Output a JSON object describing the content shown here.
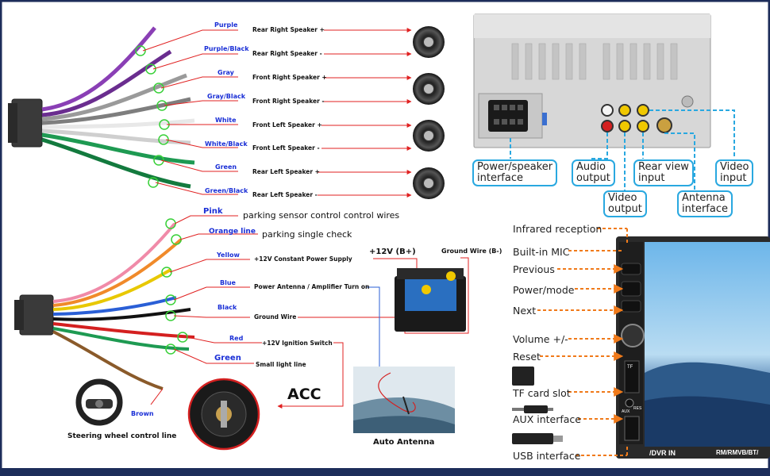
{
  "harness1": {
    "wires": [
      {
        "color_name": "Purple",
        "dest": "Rear Right Speaker +",
        "hex": "#8a3fb5"
      },
      {
        "color_name": "Purple/Black",
        "dest": "Rear Right Speaker -",
        "hex": "#6a2d8f"
      },
      {
        "color_name": "Gray",
        "dest": "Front Right Speaker +",
        "hex": "#9a9a9a"
      },
      {
        "color_name": "Gray/Black",
        "dest": "Front Right Speaker -",
        "hex": "#7e7e7e"
      },
      {
        "color_name": "White",
        "dest": "Front Left Speaker +",
        "hex": "#e8e8e8"
      },
      {
        "color_name": "White/Black",
        "dest": "Front Left Speaker -",
        "hex": "#cfcfcf"
      },
      {
        "color_name": "Green",
        "dest": "Rear Left Speaker +",
        "hex": "#1e9a52"
      },
      {
        "color_name": "Green/Black",
        "dest": "Rear Left Speaker -",
        "hex": "#137a3e"
      }
    ]
  },
  "harness2": {
    "wires": [
      {
        "color_name": "Pink",
        "dest": "parking sensor control control wires",
        "hex": "#f08aa8"
      },
      {
        "color_name": "Orange line",
        "dest": "parking single check",
        "hex": "#f08a2a"
      },
      {
        "color_name": "Yellow",
        "dest": "+12V Constant Power Supply",
        "hex": "#e8c800"
      },
      {
        "color_name": "Blue",
        "dest": "Power Antenna / Amplifier Turn on",
        "hex": "#2a5fd6"
      },
      {
        "color_name": "Black",
        "dest": "Ground Wire",
        "hex": "#111111"
      },
      {
        "color_name": "Red",
        "dest": "+12V  Ignition Switch",
        "hex": "#d42020"
      },
      {
        "color_name": "Green",
        "dest": "Small light line",
        "hex": "#1e9a52"
      },
      {
        "color_name": "Brown",
        "dest": "",
        "hex": "#8a5a2a"
      }
    ],
    "battery_plus": "+12V  (B+)",
    "battery_ground": "Ground Wire (B-)",
    "acc": "ACC",
    "steering": "Steering wheel control line",
    "antenna": "Auto Antenna"
  },
  "rear_panel": {
    "power_speaker": "Power/speaker\ninterface",
    "audio_output": "Audio\noutput",
    "video_output": "Video\noutput",
    "rear_view": "Rear view\ninput",
    "antenna": "Antenna\ninterface",
    "video_input": "Video\ninput"
  },
  "front_panel": {
    "labels": [
      "Infrared reception",
      "Built-in MIC",
      "Previous",
      "Power/mode",
      "Next",
      "Volume +/-",
      "Reset",
      "TF card slot",
      "AUX interface",
      "USB interface"
    ],
    "bottom_left": "/DVR IN",
    "bottom_right": "RM/RMVB/BT/",
    "aux_tag": "AUX",
    "tf_tag": "TF",
    "res_tag": "RES"
  },
  "colors": {
    "accent_blue": "#29a8e0",
    "accent_orange": "#f07a1a",
    "label_blue": "#1a2fd6",
    "marker_green": "#38d038",
    "border_navy": "#1d2d5a"
  }
}
